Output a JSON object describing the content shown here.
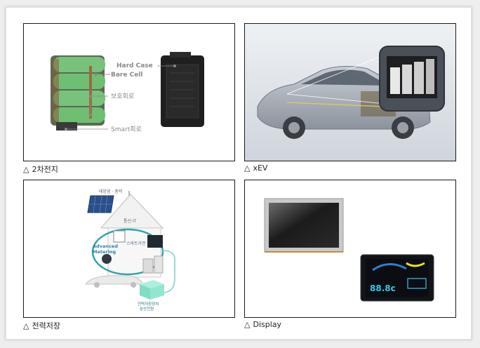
{
  "panels": [
    {
      "caption_marker": "△",
      "caption": "2차전지",
      "labels": {
        "hard_case": "Hard Case",
        "bare_cell": "Bare Cell",
        "protect_circuit": "보호회로",
        "smart_circuit": "Smart회로"
      }
    },
    {
      "caption_marker": "△",
      "caption": "xEV"
    },
    {
      "caption_marker": "△",
      "caption": "전력저장",
      "labels": {
        "solar": "태양광 · 풍력",
        "comm_it": "통신·IT",
        "smart_home": "스마트가전",
        "advanced_metering": "Advanced\nMetering",
        "storage": "전력저장장치\n분산전원"
      }
    },
    {
      "caption_marker": "△",
      "caption": "Display",
      "labels": {
        "meter_digits": "88.8c"
      }
    }
  ],
  "colors": {
    "tile_border": "#1a1a1a",
    "cell_green": "#6fbf73",
    "accent_teal": "#2fa6a8"
  }
}
